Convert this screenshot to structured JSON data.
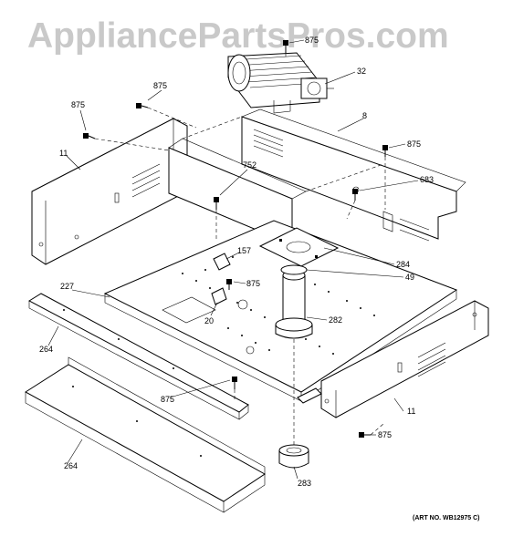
{
  "watermark": "AppliancePartsPros.com",
  "art_number": "(ART NO. WB12975 C)",
  "callouts": {
    "c875_top": "875",
    "c32": "32",
    "c875_left1": "875",
    "c875_left2": "875",
    "c8": "8",
    "c875_right1": "875",
    "c11_left": "11",
    "c752": "752",
    "c683": "683",
    "c157": "157",
    "c284": "284",
    "c49": "49",
    "c875_mid": "875",
    "c227": "227",
    "c20": "20",
    "c282": "282",
    "c264_top": "264",
    "c875_low": "875",
    "c11_right": "11",
    "c875_right2": "875",
    "c264_bottom": "264",
    "c283": "283"
  }
}
